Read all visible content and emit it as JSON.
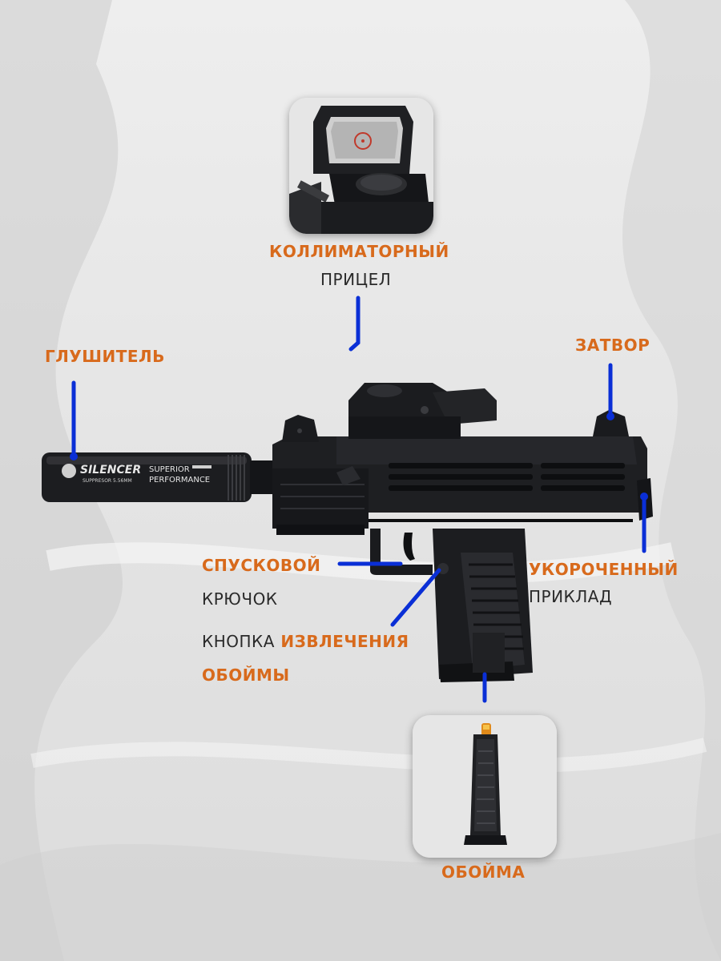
{
  "labels": {
    "collimator_line1": "КОЛЛИМАТОРНЫЙ",
    "collimator_line2": "ПРИЦЕЛ",
    "silencer": "ГЛУШИТЕЛЬ",
    "bolt": "ЗАТВОР",
    "trigger_line1": "СПУСКОВОЙ",
    "trigger_line2": "КРЮЧОК",
    "stock_line1": "УКОРОЧЕННЫЙ",
    "stock_line2": "ПРИКЛАД",
    "release_word1": "КНОПКА",
    "release_word2": "ИЗВЛЕЧЕНИЯ",
    "release_line2": "ОБОЙМЫ",
    "magazine": "ОБОЙМА"
  },
  "silencer_print": {
    "brand": "SILENCER",
    "line_a": "SUPERIOR",
    "line_b": "SUPPRESOR 5.56MM",
    "line_c": "PERFORMANCE"
  },
  "colors": {
    "label_orange": "#d86a1c",
    "label_dark": "#2a2a2a",
    "pointer_blue": "#0a2fd6",
    "gun_body": "#1c1d20"
  }
}
